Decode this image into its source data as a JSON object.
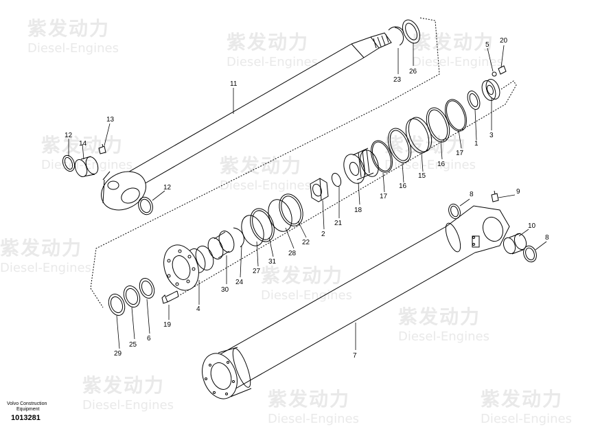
{
  "watermark": {
    "cn": "紫发动力",
    "en": "Diesel-Engines"
  },
  "footer": {
    "caption_line1": "Volvo Construction",
    "caption_line2": "Equipment",
    "doc_number": "1013281"
  },
  "callouts": {
    "c1": "1",
    "c2": "2",
    "c3": "3",
    "c4": "4",
    "c5": "5",
    "c6": "6",
    "c7": "7",
    "c8a": "8",
    "c8b": "8",
    "c9": "9",
    "c10": "10",
    "c11": "11",
    "c12a": "12",
    "c12b": "12",
    "c13": "13",
    "c14": "14",
    "c15": "15",
    "c16a": "16",
    "c16b": "16",
    "c17a": "17",
    "c17b": "17",
    "c18": "18",
    "c19": "19",
    "c20": "20",
    "c21": "21",
    "c22": "22",
    "c23": "23",
    "c24": "24",
    "c25": "25",
    "c26": "26",
    "c27": "27",
    "c28": "28",
    "c29": "29",
    "c30": "30",
    "c31": "31"
  }
}
